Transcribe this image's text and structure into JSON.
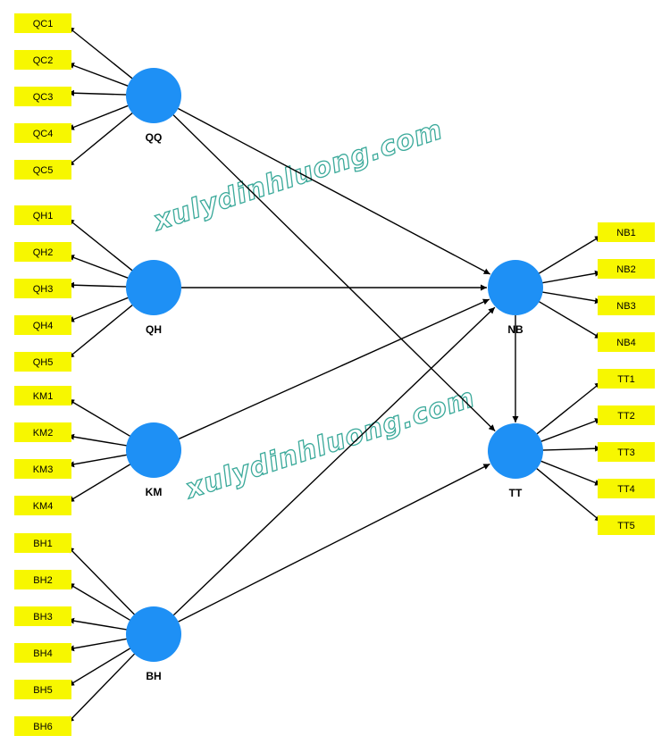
{
  "colors": {
    "latent": "#1e90f5",
    "indicator_box": "#f7f700",
    "edge": "#000000",
    "watermark": "#3aa99a"
  },
  "watermark": "xulydinhluong.com",
  "latents": [
    {
      "id": "QQ",
      "label": "QQ"
    },
    {
      "id": "QH",
      "label": "QH"
    },
    {
      "id": "KM",
      "label": "KM"
    },
    {
      "id": "BH",
      "label": "BH"
    },
    {
      "id": "NB",
      "label": "NB"
    },
    {
      "id": "TT",
      "label": "TT"
    }
  ],
  "indicators": {
    "QQ": [
      "QC1",
      "QC2",
      "QC3",
      "QC4",
      "QC5"
    ],
    "QH": [
      "QH1",
      "QH2",
      "QH3",
      "QH4",
      "QH5"
    ],
    "KM": [
      "KM1",
      "KM2",
      "KM3",
      "KM4"
    ],
    "BH": [
      "BH1",
      "BH2",
      "BH3",
      "BH4",
      "BH5",
      "BH6"
    ],
    "NB": [
      "NB1",
      "NB2",
      "NB3",
      "NB4"
    ],
    "TT": [
      "TT1",
      "TT2",
      "TT3",
      "TT4",
      "TT5"
    ]
  },
  "paths": [
    {
      "from": "QQ",
      "to": "NB"
    },
    {
      "from": "QQ",
      "to": "TT"
    },
    {
      "from": "QH",
      "to": "NB"
    },
    {
      "from": "KM",
      "to": "NB"
    },
    {
      "from": "BH",
      "to": "NB"
    },
    {
      "from": "BH",
      "to": "TT"
    },
    {
      "from": "NB",
      "to": "TT"
    }
  ]
}
